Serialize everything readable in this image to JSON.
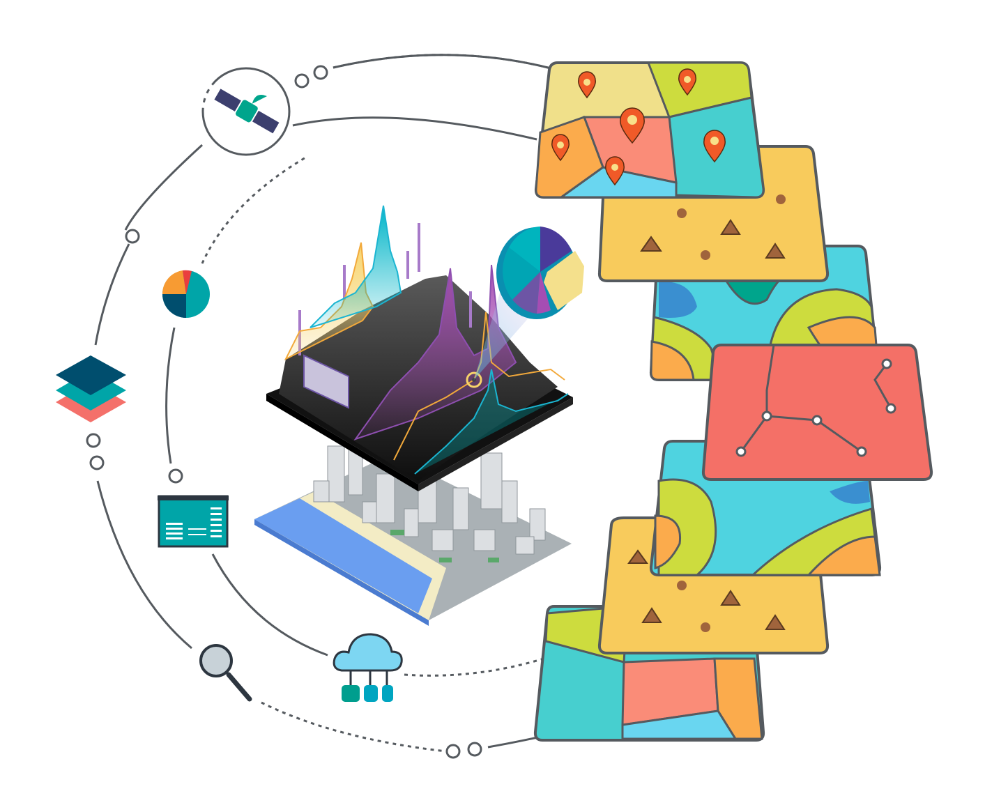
{
  "illustration": {
    "icons": [
      "satellite-icon",
      "pie-chart-icon",
      "layers-icon",
      "dashboard-icon",
      "magnifier-icon",
      "cloud-network-icon",
      "map-pin-icon"
    ],
    "map_layers": [
      "polygon-map-with-pins",
      "point-feature-map",
      "contour-map",
      "network-map",
      "contour-map",
      "point-feature-map",
      "polygon-map"
    ]
  },
  "colors": {
    "ring": "#555a5f",
    "teal": "#00a5a8",
    "navy": "#004e6e",
    "coral": "#f4706a",
    "yellow": "#f8cb5c",
    "cyan": "#4fd3e0",
    "lime": "#cddc3e",
    "orange": "#fbab4c",
    "salmon": "#fa8c78",
    "pin": "#f05a28",
    "terrain": "#1a1a1a",
    "purple": "#8e4fb0"
  }
}
